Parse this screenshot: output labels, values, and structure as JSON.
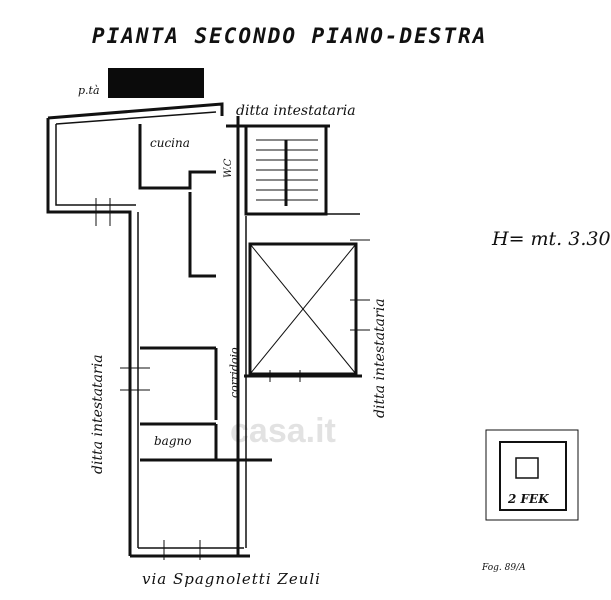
{
  "title": "PIANTA SECONDO PIANO-DESTRA",
  "owner_prefix": "p.tà",
  "labels": {
    "north_neighbor": "ditta intestataria",
    "west_neighbor": "ditta intestataria",
    "east_neighbor": "ditta intestataria",
    "kitchen": "cucina",
    "wc": "W.C",
    "corridor": "corridoio",
    "bathroom": "bagno",
    "street": "via Spagnoletti Zeuli"
  },
  "height_label": "H= mt. 3.30",
  "key_plan_label": "2 FEK",
  "sheet_ref": "Fog. 89/A",
  "watermark": "casa.it",
  "colors": {
    "ink": "#111111",
    "redaction": "#0b0b0b",
    "watermark": "#969696"
  }
}
